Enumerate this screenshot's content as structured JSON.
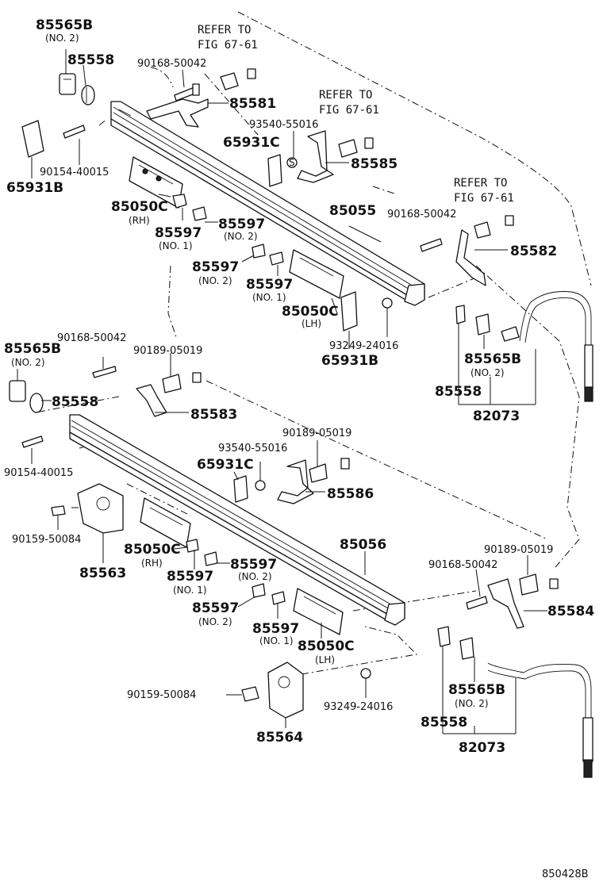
{
  "labels": [
    {
      "id": "l01",
      "text": "85565B"
    },
    {
      "id": "l02",
      "text": "(NO. 2)"
    },
    {
      "id": "l03",
      "text": "85558"
    },
    {
      "id": "l04",
      "text": "90168-50042"
    },
    {
      "id": "l05",
      "text": "REFER TO"
    },
    {
      "id": "l06",
      "text": "FIG 67-61"
    },
    {
      "id": "l07",
      "text": "85581"
    },
    {
      "id": "l08",
      "text": "REFER TO"
    },
    {
      "id": "l09",
      "text": "FIG 67-61"
    },
    {
      "id": "l10",
      "text": "93540-55016"
    },
    {
      "id": "l11",
      "text": "65931C"
    },
    {
      "id": "l12",
      "text": "85585"
    },
    {
      "id": "l13",
      "text": "90154-40015"
    },
    {
      "id": "l14",
      "text": "65931B"
    },
    {
      "id": "l15",
      "text": "85050C"
    },
    {
      "id": "l16",
      "text": "(RH)"
    },
    {
      "id": "l17",
      "text": "85055"
    },
    {
      "id": "l18",
      "text": "REFER TO"
    },
    {
      "id": "l19",
      "text": "FIG 67-61"
    },
    {
      "id": "l20",
      "text": "85597"
    },
    {
      "id": "l21",
      "text": "(NO. 2)"
    },
    {
      "id": "l22",
      "text": "85597"
    },
    {
      "id": "l23",
      "text": "(NO. 1)"
    },
    {
      "id": "l24",
      "text": "90168-50042"
    },
    {
      "id": "l25",
      "text": "85582"
    },
    {
      "id": "l26",
      "text": "85597"
    },
    {
      "id": "l27",
      "text": "(NO. 2)"
    },
    {
      "id": "l28",
      "text": "85597"
    },
    {
      "id": "l29",
      "text": "(NO. 1)"
    },
    {
      "id": "l30",
      "text": "85050C"
    },
    {
      "id": "l31",
      "text": "(LH)"
    },
    {
      "id": "l32",
      "text": "90168-50042"
    },
    {
      "id": "l33",
      "text": "93249-24016"
    },
    {
      "id": "l34",
      "text": "85565B"
    },
    {
      "id": "l35",
      "text": "(NO. 2)"
    },
    {
      "id": "l36",
      "text": "90189-05019"
    },
    {
      "id": "l37",
      "text": "65931B"
    },
    {
      "id": "l38",
      "text": "85565B"
    },
    {
      "id": "l39",
      "text": "(NO. 2)"
    },
    {
      "id": "l40",
      "text": "85558"
    },
    {
      "id": "l41",
      "text": "85558"
    },
    {
      "id": "l42",
      "text": "82073"
    },
    {
      "id": "l43",
      "text": "85583"
    },
    {
      "id": "l44",
      "text": "90189-05019"
    },
    {
      "id": "l45",
      "text": "93540-55016"
    },
    {
      "id": "l46",
      "text": "90154-40015"
    },
    {
      "id": "l47",
      "text": "65931C"
    },
    {
      "id": "l48",
      "text": "85586"
    },
    {
      "id": "l49",
      "text": "90159-50084"
    },
    {
      "id": "l50",
      "text": "85056"
    },
    {
      "id": "l51",
      "text": "85050C"
    },
    {
      "id": "l52",
      "text": "(RH)"
    },
    {
      "id": "l53",
      "text": "85563"
    },
    {
      "id": "l54",
      "text": "85597"
    },
    {
      "id": "l55",
      "text": "(NO. 2)"
    },
    {
      "id": "l56",
      "text": "85597"
    },
    {
      "id": "l57",
      "text": "(NO. 1)"
    },
    {
      "id": "l58",
      "text": "90189-05019"
    },
    {
      "id": "l59",
      "text": "90168-50042"
    },
    {
      "id": "l60",
      "text": "85597"
    },
    {
      "id": "l61",
      "text": "(NO. 2)"
    },
    {
      "id": "l62",
      "text": "85597"
    },
    {
      "id": "l63",
      "text": "(NO. 1)"
    },
    {
      "id": "l64",
      "text": "85050C"
    },
    {
      "id": "l65",
      "text": "(LH)"
    },
    {
      "id": "l66",
      "text": "85584"
    },
    {
      "id": "l67",
      "text": "90159-50084"
    },
    {
      "id": "l68",
      "text": "93249-24016"
    },
    {
      "id": "l69",
      "text": "85565B"
    },
    {
      "id": "l70",
      "text": "(NO. 2)"
    },
    {
      "id": "l71",
      "text": "85558"
    },
    {
      "id": "l72",
      "text": "82073"
    },
    {
      "id": "l73",
      "text": "85564"
    }
  ],
  "figure_code": "850428B",
  "markers": {
    "s_symbol": "S"
  }
}
